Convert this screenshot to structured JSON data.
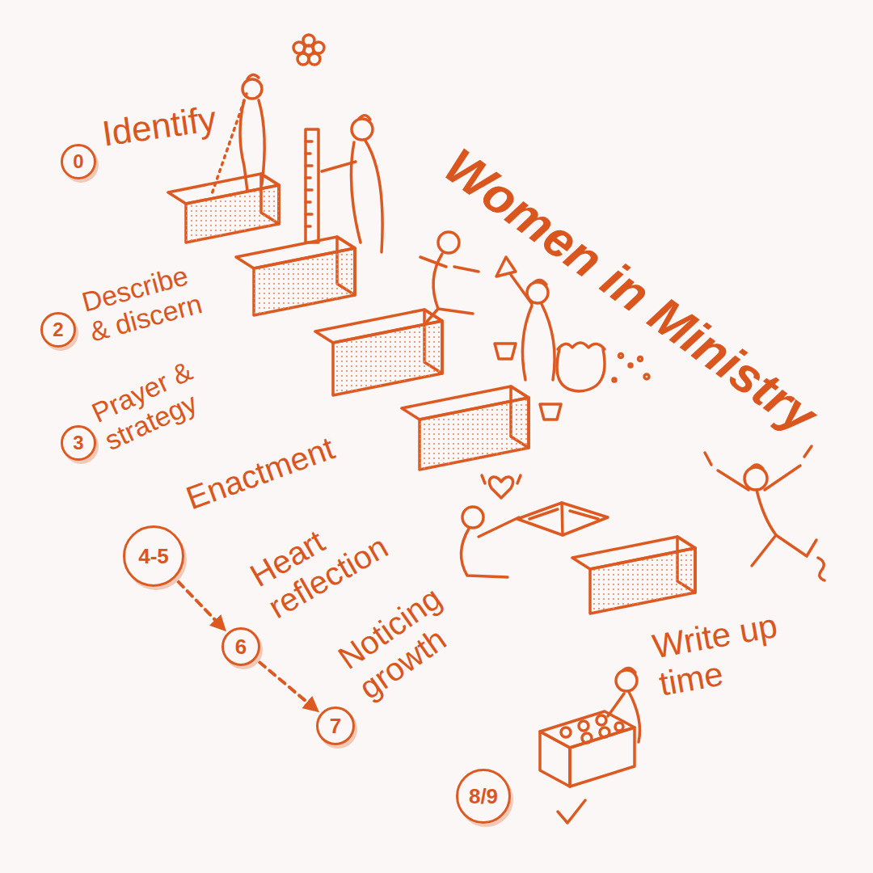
{
  "diagram": {
    "title": "Women in Ministry",
    "nodes": [
      {
        "text": [
          "0",
          "Identify"
        ]
      },
      {
        "text": [
          "2",
          "Describe & discern"
        ]
      },
      {
        "text": [
          "3",
          "Prayer & strategy"
        ]
      },
      {
        "text": [
          "4-5",
          "Enactment"
        ]
      },
      {
        "text": [
          "6",
          "Heart reflection"
        ]
      },
      {
        "text": [
          "7",
          "Noticing growth"
        ]
      },
      {
        "text": [
          "8/9",
          "Write up time"
        ]
      }
    ],
    "edges": [
      {
        "from": 3,
        "to": 4,
        "arrow": "to"
      },
      {
        "from": 4,
        "to": 5,
        "arrow": "to"
      }
    ]
  }
}
